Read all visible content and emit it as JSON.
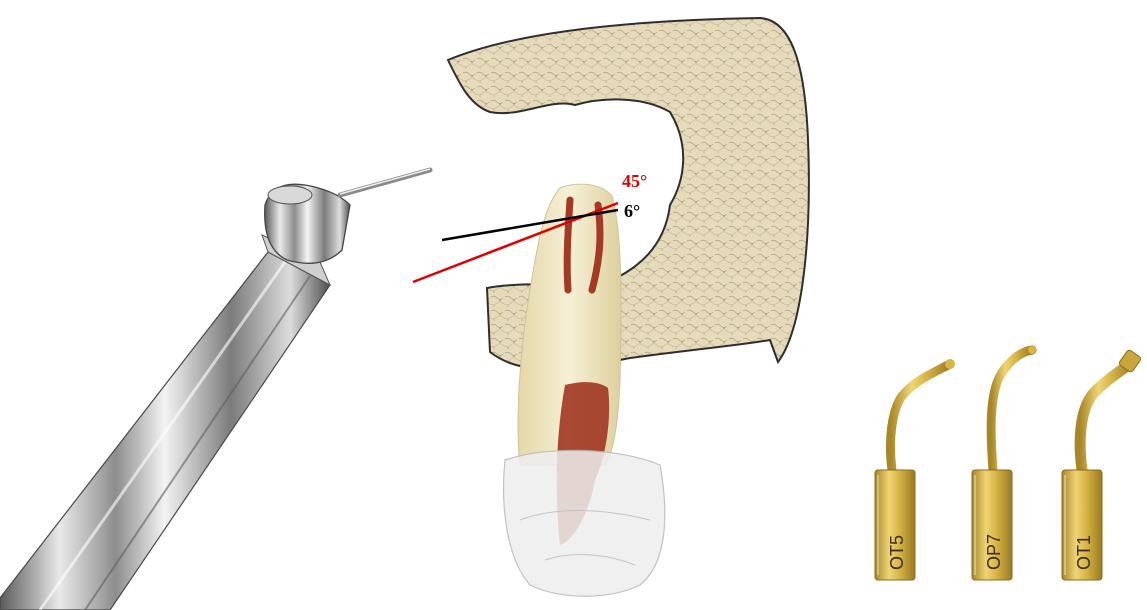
{
  "angles": {
    "large": "45°",
    "small": "6°"
  },
  "tips": [
    {
      "code": "OT5"
    },
    {
      "code": "OP7"
    },
    {
      "code": "OT1"
    }
  ],
  "colors": {
    "bone": "#e8dcc2",
    "bone_shade": "#b9a987",
    "tooth_crown": "#f1ecd2",
    "tooth_root": "#ebe0b8",
    "pulp": "#a23a25",
    "line_red": "#e00000",
    "line_black": "#000000",
    "tip_gold": "#d9b543",
    "handpiece_metal": "#a8a8a8"
  },
  "icons": [
    "dental-handpiece-icon",
    "tooth-icon",
    "bone-section-icon",
    "ultrasonic-tip-icon"
  ]
}
